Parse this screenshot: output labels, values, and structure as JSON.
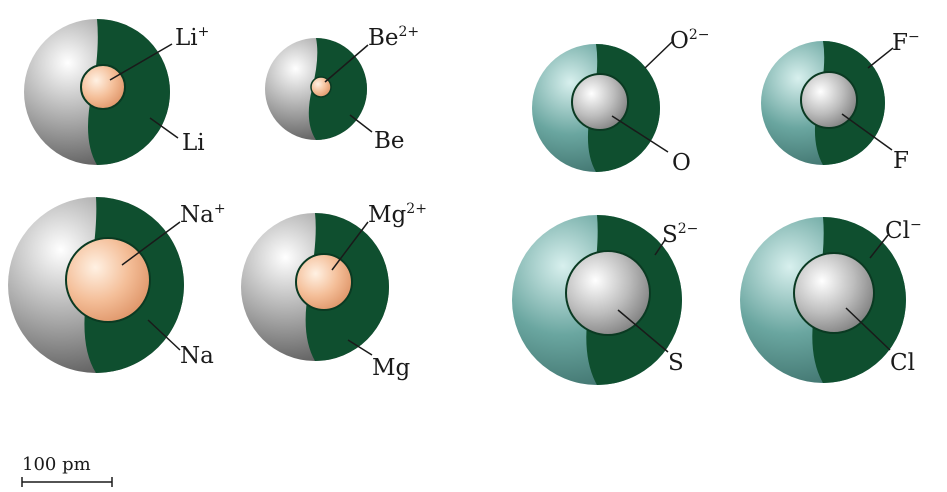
{
  "atoms": [
    {
      "id": "li",
      "ion_label": "Li",
      "ion_charge": "+",
      "atom_label": "Li",
      "ion_color": "cation"
    },
    {
      "id": "be",
      "ion_label": "Be",
      "ion_charge": "2+",
      "atom_label": "Be",
      "ion_color": "cation"
    },
    {
      "id": "o",
      "ion_label": "O",
      "ion_charge": "2−",
      "atom_label": "O",
      "ion_color": "anion"
    },
    {
      "id": "f",
      "ion_label": "F",
      "ion_charge": "−",
      "atom_label": "F",
      "ion_color": "anion"
    },
    {
      "id": "na",
      "ion_label": "Na",
      "ion_charge": "+",
      "atom_label": "Na",
      "ion_color": "cation"
    },
    {
      "id": "mg",
      "ion_label": "Mg",
      "ion_charge": "2+",
      "atom_label": "Mg",
      "ion_color": "cation"
    },
    {
      "id": "s",
      "ion_label": "S",
      "ion_charge": "2−",
      "atom_label": "S",
      "ion_color": "anion"
    },
    {
      "id": "cl",
      "ion_label": "Cl",
      "ion_charge": "−",
      "atom_label": "Cl",
      "ion_color": "anion"
    }
  ],
  "scale_bar": {
    "label": "100 pm"
  },
  "colors": {
    "shell_dark": "#0f4f2f",
    "metal_sphere": "#8c8c8c",
    "nonmetal_sphere": "#6aa6a0",
    "cation_core": "#f2b48c",
    "anion_core": "#c8c8c8"
  }
}
